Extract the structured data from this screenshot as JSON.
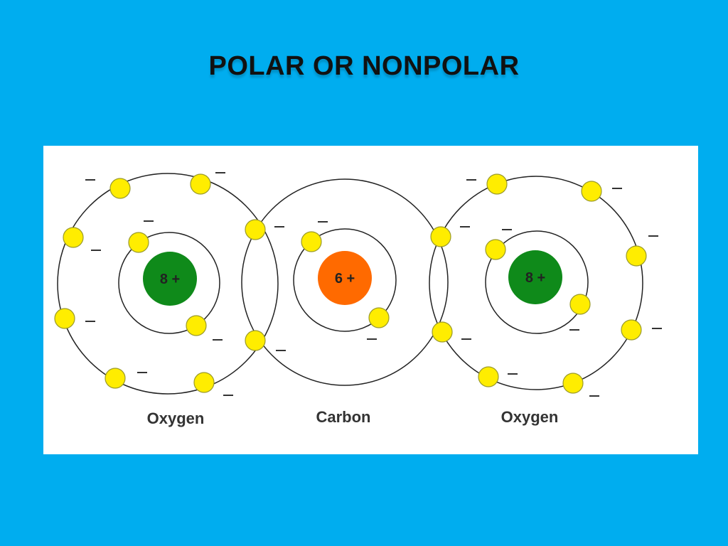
{
  "slide": {
    "title": "POLAR OR NONPOLAR",
    "background_color": "#00adef"
  },
  "diagram": {
    "panel_color": "#ffffff",
    "electron_color": "#ffed00",
    "electron_charge_symbol": "−",
    "atoms": [
      {
        "name": "Oxygen",
        "nucleus_label": "8 +",
        "nucleus_color": "#0f8a1a"
      },
      {
        "name": "Carbon",
        "nucleus_label": "6 +",
        "nucleus_color": "#ff6a00"
      },
      {
        "name": "Oxygen",
        "nucleus_label": "8 +",
        "nucleus_color": "#0f8a1a"
      }
    ]
  }
}
